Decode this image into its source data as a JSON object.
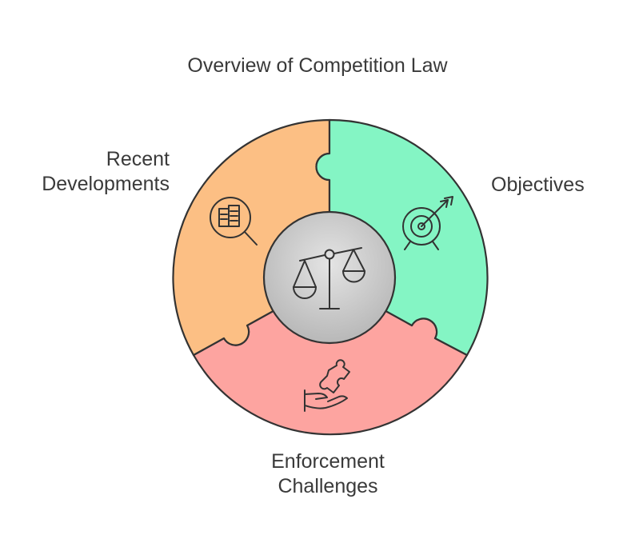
{
  "title": "Overview of Competition Law",
  "segments": [
    {
      "id": "recent",
      "lines": [
        "Recent",
        "Developments"
      ],
      "color": "#fcbf84",
      "icon": "magnifier-document-icon"
    },
    {
      "id": "objectives",
      "lines": [
        "Objectives"
      ],
      "color": "#84f5c4",
      "icon": "target-arrow-icon"
    },
    {
      "id": "enforcement",
      "lines": [
        "Enforcement",
        "Challenges"
      ],
      "color": "#fda4a0",
      "icon": "hand-puzzle-icon"
    }
  ],
  "center": {
    "icon": "scales-icon",
    "color": "#c8c8c8"
  }
}
